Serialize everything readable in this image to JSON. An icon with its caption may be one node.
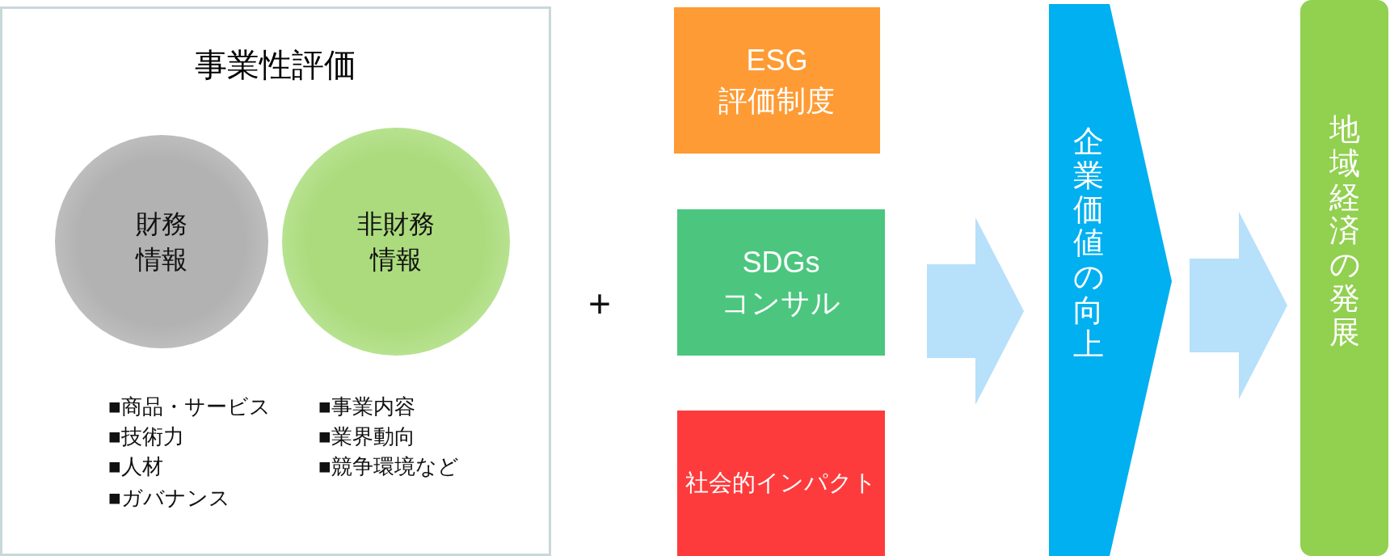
{
  "diagram": {
    "nodes": [
      {
        "text": [
          "事業性評価"
        ]
      },
      {
        "text": [
          "財務情報"
        ],
        "in": 0
      },
      {
        "text": [
          "非財務情報"
        ],
        "in": 0
      },
      {
        "text": [
          "ESG 評価制度"
        ]
      },
      {
        "text": [
          "SDGs コンサル"
        ]
      },
      {
        "text": [
          "社会的インパクト"
        ]
      },
      {
        "text": [
          "企業価値の向上"
        ]
      },
      {
        "text": [
          "地域経済の発展"
        ]
      }
    ],
    "edges": [
      {
        "from": 4,
        "to": 6,
        "arrow": "to",
        "color": "#b7e0fa"
      },
      {
        "from": 6,
        "to": 7,
        "arrow": "to",
        "color": "#b7e0fa"
      }
    ],
    "labels": [
      "+",
      "■商品・サービス",
      "■事業内容",
      "■技術力",
      "■業界動向",
      "■人材",
      "■競争環境など",
      "■ガバナンス"
    ]
  }
}
